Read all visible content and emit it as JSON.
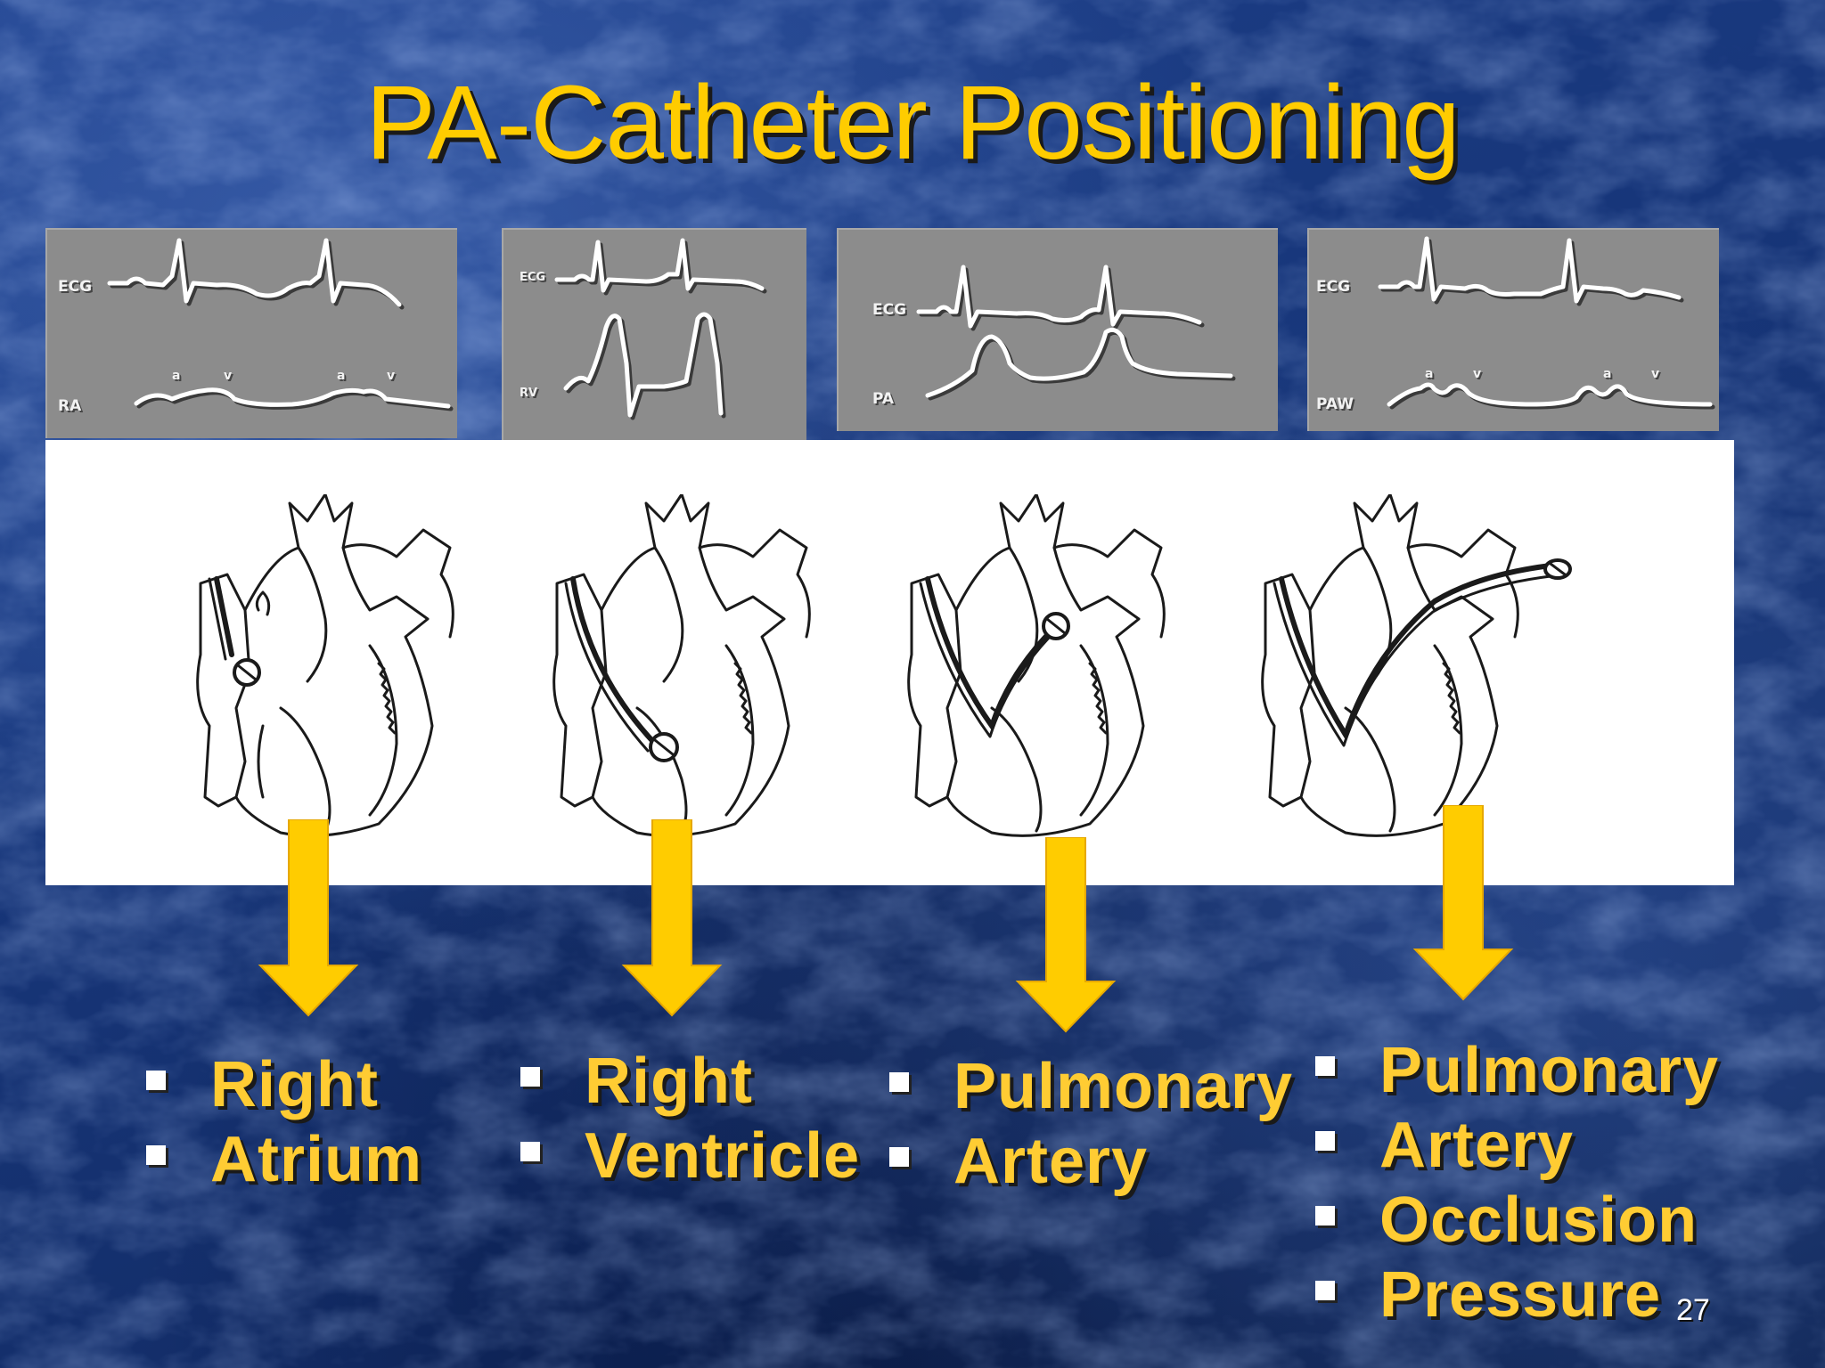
{
  "slide": {
    "title": "PA-Catheter Positioning",
    "page_number": "27",
    "accent_color": "#ffcc00",
    "background_color": "#17367a"
  },
  "waveform_panels": [
    {
      "top_label": "ECG",
      "bottom_label": "RA",
      "wave_letters": [
        "a",
        "v",
        "a",
        "v"
      ]
    },
    {
      "top_label": "ECG",
      "bottom_label": "RV",
      "wave_letters": []
    },
    {
      "top_label": "ECG",
      "bottom_label": "PA",
      "wave_letters": []
    },
    {
      "top_label": "ECG",
      "bottom_label": "PAW",
      "wave_letters": [
        "a",
        "v",
        "a",
        "v"
      ]
    }
  ],
  "positions": [
    {
      "lines": [
        "Right",
        "Atrium"
      ]
    },
    {
      "lines": [
        "Right",
        "Ventricle"
      ]
    },
    {
      "lines": [
        "Pulmonary",
        "Artery"
      ]
    },
    {
      "lines": [
        "Pulmonary",
        "Artery",
        "Occlusion",
        "Pressure"
      ]
    }
  ]
}
